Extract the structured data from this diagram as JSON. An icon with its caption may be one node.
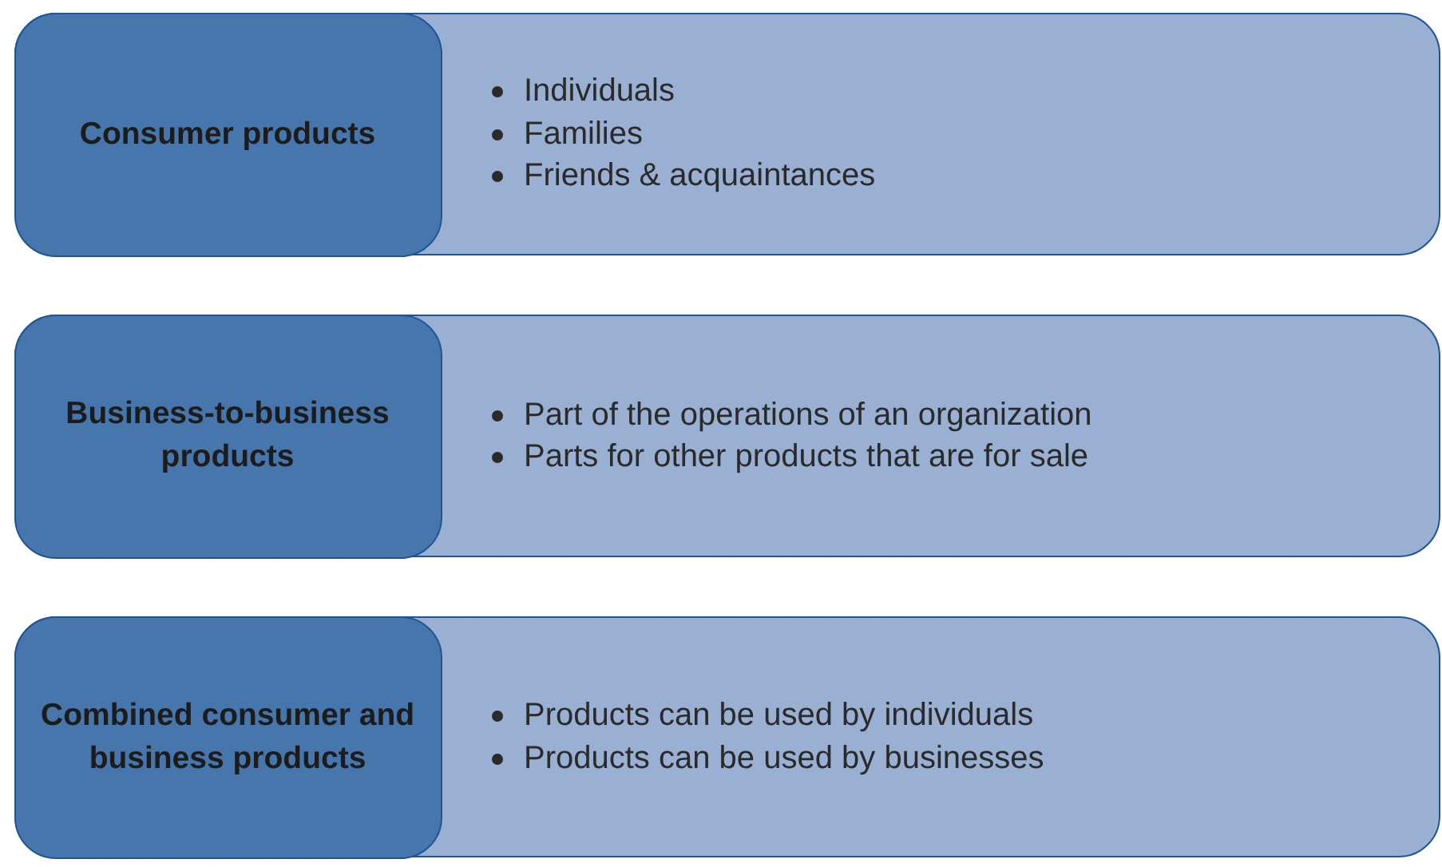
{
  "diagram": {
    "nodes": [
      {
        "text": [
          "Individuals",
          "Families",
          "Friends & acquaintances"
        ]
      },
      {
        "text": [
          "Consumer products"
        ],
        "in": 0
      },
      {
        "text": [
          "Part of the operations of an organization",
          "Parts for other products that are for sale"
        ]
      },
      {
        "text": [
          "Business-to-business products"
        ],
        "in": 2
      },
      {
        "text": [
          "Products can be used by individuals",
          "Products can be used by businesses"
        ]
      },
      {
        "text": [
          "Combined consumer and business products"
        ],
        "in": 4
      }
    ]
  }
}
